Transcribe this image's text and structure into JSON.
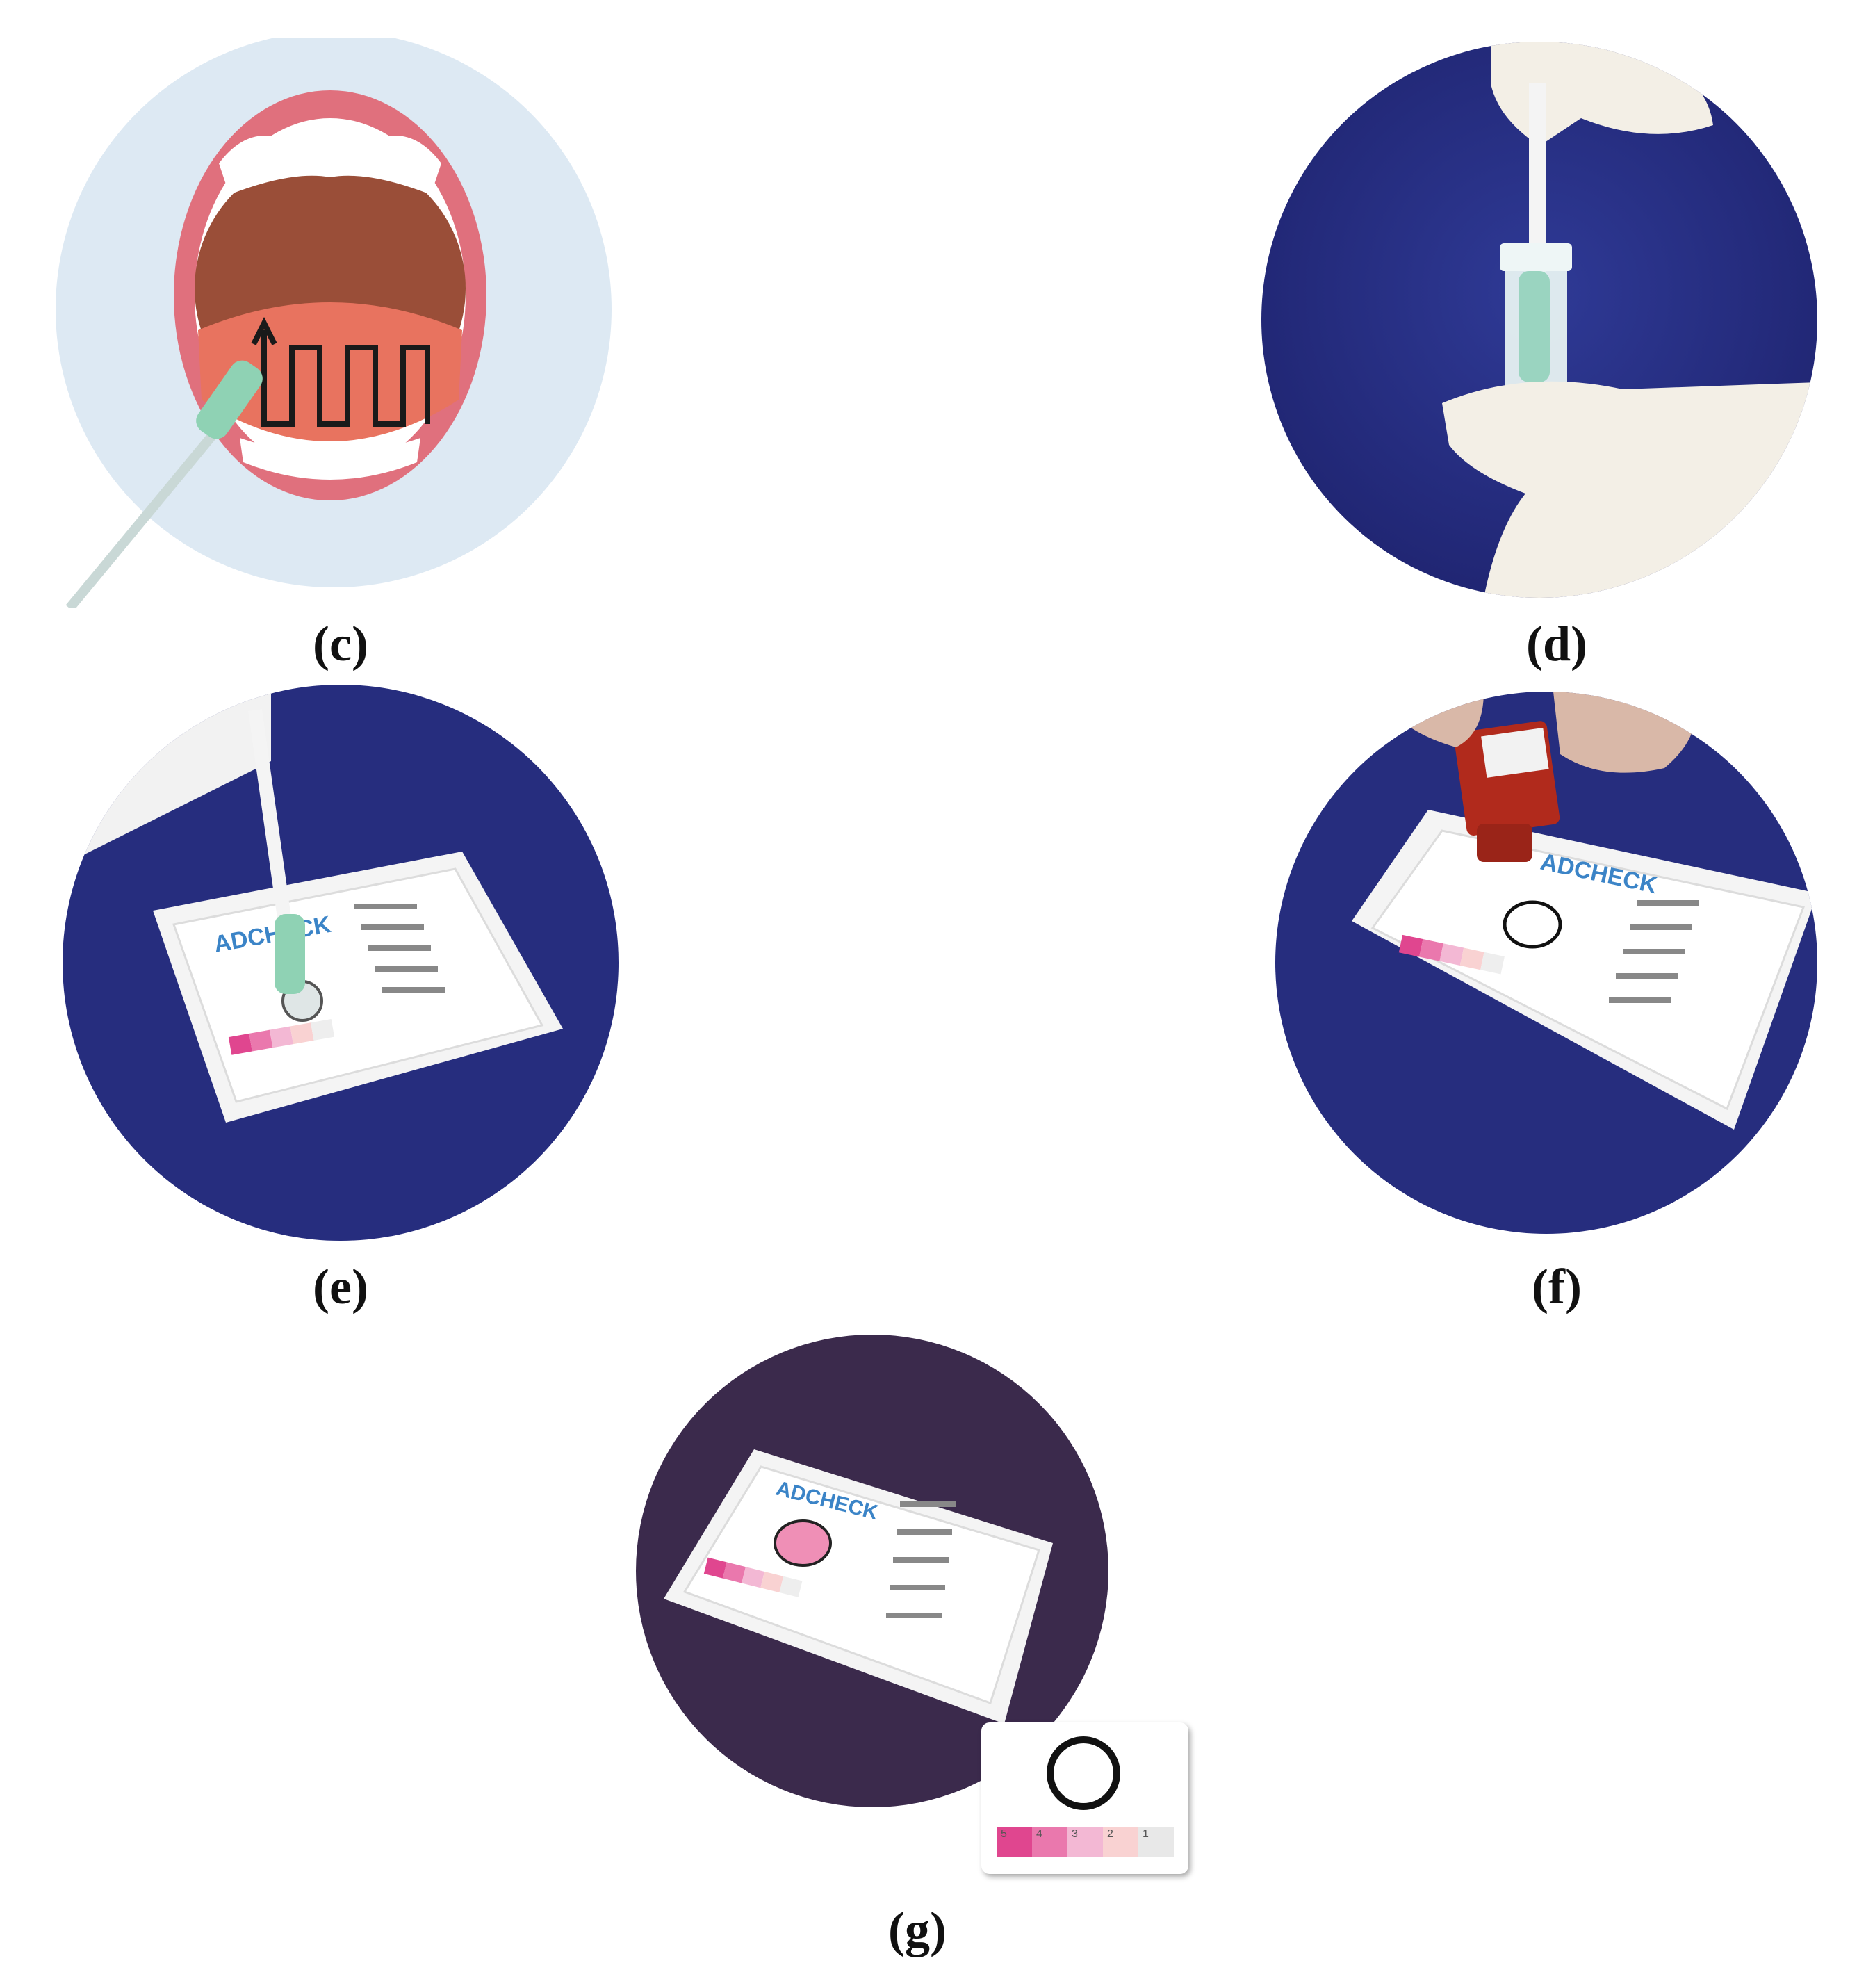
{
  "panels": {
    "c": {
      "label": "(c)"
    },
    "d": {
      "label": "(d)"
    },
    "e": {
      "label": "(e)",
      "brand": "ADCHECK"
    },
    "f": {
      "label": "(f)",
      "brand": "ADCHECK"
    },
    "g": {
      "label": "(g)",
      "brand": "ADCHECK"
    }
  },
  "scale_card": {
    "steps": [
      "5",
      "4",
      "3",
      "2",
      "1"
    ],
    "colors": [
      "#e0468f",
      "#ea78ad",
      "#f3b8d4",
      "#f9d2d2",
      "#e8e8e8"
    ]
  },
  "colors": {
    "mouth_bg": "#dde9f3",
    "lips": "#e0707d",
    "tongue": "#e8735f",
    "mouth_inner": "#9a4e38",
    "swab": "#8fd2b4",
    "backdrop_blue": "#262d7e",
    "backdrop_purple": "#3b2a4c"
  }
}
